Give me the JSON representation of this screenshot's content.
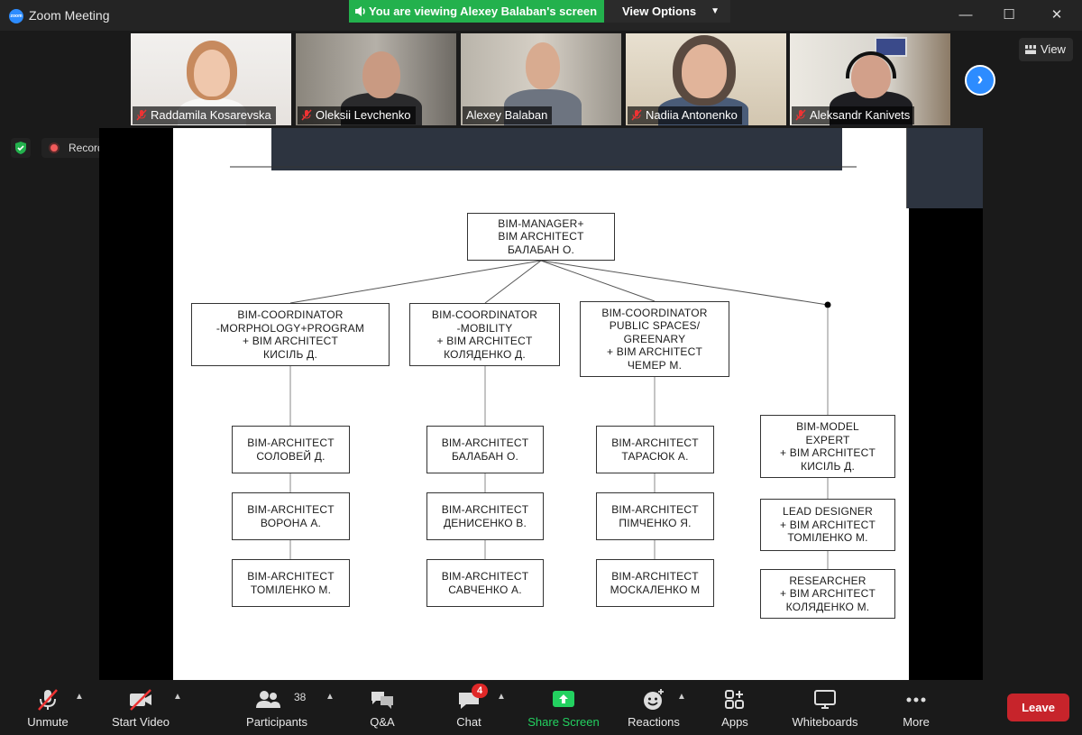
{
  "window": {
    "title": "Zoom Meeting",
    "app_icon_text": "zoom"
  },
  "banner": {
    "viewing_text": "You are viewing Alexey Balaban's screen",
    "view_options_label": "View Options"
  },
  "window_controls": {
    "minimize": "—",
    "maximize": "☐",
    "close": "✕"
  },
  "participants": [
    {
      "name": "Raddamila Kosarevska",
      "muted": true
    },
    {
      "name": "Oleksii Levchenko",
      "muted": true
    },
    {
      "name": "Alexey Balaban",
      "muted": false,
      "active": true
    },
    {
      "name": "Nadiia Antonenko",
      "muted": true
    },
    {
      "name": "Aleksandr Kanivets",
      "muted": true
    }
  ],
  "view_button_label": "View",
  "recording_label": "Recording",
  "org_chart": {
    "top": [
      "BIM-MANAGER+",
      "BIM ARCHITECT",
      "БАЛАБАН О."
    ],
    "coordinators": [
      [
        "BIM-COORDINATOR",
        "-MORPHOLOGY+PROGRAM",
        "+ BIM ARCHITECT",
        "КИСІЛЬ Д."
      ],
      [
        "BIM-COORDINATOR",
        "-MOBILITY",
        "+ BIM ARCHITECT",
        "КОЛЯДЕНКО Д."
      ],
      [
        "BIM-COORDINATOR",
        "PUBLIC SPACES/",
        "GREENARY",
        "+ BIM ARCHITECT",
        "ЧЕМЕР М."
      ]
    ],
    "col1": [
      [
        "BIM-ARCHITECT",
        "СОЛОВЕЙ Д."
      ],
      [
        "BIM-ARCHITECT",
        "ВОРОНА А."
      ],
      [
        "BIM-ARCHITECT",
        "ТОМІЛЕНКО М."
      ]
    ],
    "col2": [
      [
        "BIM-ARCHITECT",
        "БАЛАБАН О."
      ],
      [
        "BIM-ARCHITECT",
        "ДЕНИСЕНКО В."
      ],
      [
        "BIM-ARCHITECT",
        "САВЧЕНКО А."
      ]
    ],
    "col3": [
      [
        "BIM-ARCHITECT",
        "ТАРАСЮК А."
      ],
      [
        "BIM-ARCHITECT",
        "ПІМЧЕНКО Я."
      ],
      [
        "BIM-ARCHITECT",
        "МОСКАЛЕНКО М"
      ]
    ],
    "col4": [
      [
        "BIM-MODEL",
        "EXPERT",
        "+ BIM ARCHITECT",
        "КИСІЛЬ Д."
      ],
      [
        "LEAD DESIGNER",
        "+ BIM ARCHITECT",
        "ТОМІЛЕНКО М."
      ],
      [
        "RESEARCHER",
        "+ BIM ARCHITECT",
        "КОЛЯДЕНКО М."
      ]
    ]
  },
  "toolbar": {
    "unmute": "Unmute",
    "start_video": "Start Video",
    "participants": "Participants",
    "participants_count": "38",
    "qa": "Q&A",
    "chat": "Chat",
    "chat_badge": "4",
    "share_screen": "Share Screen",
    "reactions": "Reactions",
    "apps": "Apps",
    "whiteboards": "Whiteboards",
    "more": "More",
    "leave": "Leave"
  },
  "colors": {
    "zoom_blue": "#2D8CFF",
    "banner_green": "#23b14d",
    "leave_red": "#c7242b",
    "share_green": "#23d160"
  }
}
